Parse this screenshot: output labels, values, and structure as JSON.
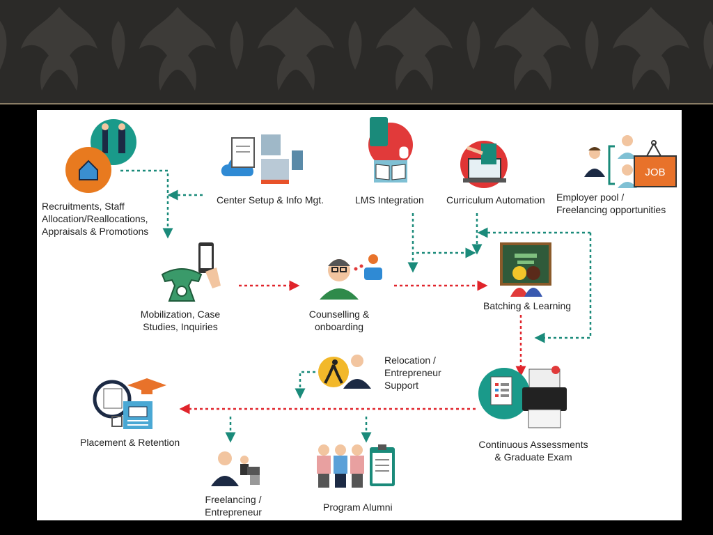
{
  "diagram": {
    "nodes": {
      "recruitments": "Recruitments, Staff\nAllocation/Reallocations,\nAppraisals & Promotions",
      "center_setup": "Center Setup & Info Mgt.",
      "lms": "LMS Integration",
      "curriculum": "Curriculum Automation",
      "employer": "Employer pool /\nFreelancing opportunities",
      "mobilization": "Mobilization, Case\nStudies, Inquiries",
      "counselling": "Counselling &\nonboarding",
      "batching": "Batching & Learning",
      "relocation": "Relocation /\nEntrepreneur\nSupport",
      "placement": "Placement & Retention",
      "assessments": "Continuous Assessments\n& Graduate Exam",
      "freelancing": "Freelancing /\nEntrepreneur",
      "alumni": "Program Alumni"
    },
    "sign_text": "JOB",
    "colors": {
      "teal": "#1a8a7a",
      "red": "#e0242b",
      "orange": "#e87a1f",
      "text": "#222222"
    }
  }
}
